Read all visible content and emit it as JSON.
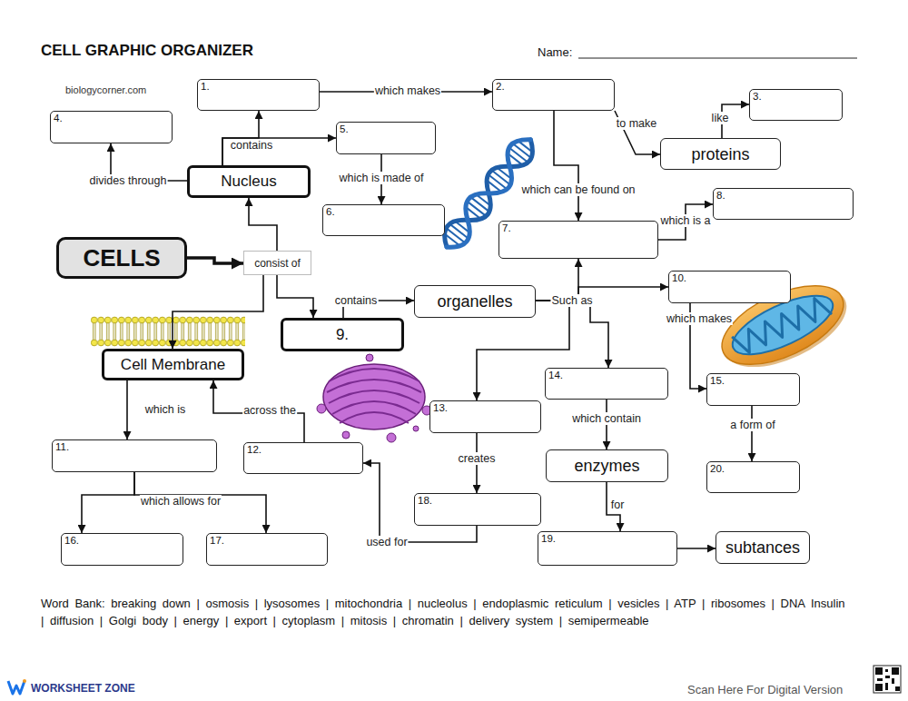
{
  "diagram": {
    "title": "CELL GRAPHIC ORGANIZER",
    "nodes": [
      {
        "text": [
          "1."
        ]
      },
      {
        "text": [
          "2."
        ]
      },
      {
        "text": [
          "3."
        ]
      },
      {
        "text": [
          "4."
        ]
      },
      {
        "text": [
          "5."
        ]
      },
      {
        "text": [
          "proteins"
        ]
      },
      {
        "text": [
          "Nucleus"
        ]
      },
      {
        "text": [
          "8."
        ]
      },
      {
        "text": [
          "6."
        ]
      },
      {
        "text": [
          "7."
        ]
      },
      {
        "text": [
          "CELLS"
        ]
      },
      {
        "text": [
          "consist of"
        ]
      },
      {
        "text": [
          "10."
        ]
      },
      {
        "text": [
          "organelles"
        ]
      },
      {
        "text": [
          "9."
        ]
      },
      {
        "text": [
          "Cell Membrane"
        ]
      },
      {
        "text": [
          "14."
        ]
      },
      {
        "text": [
          "15."
        ]
      },
      {
        "text": [
          "13."
        ]
      },
      {
        "text": [
          "11."
        ]
      },
      {
        "text": [
          "12."
        ]
      },
      {
        "text": [
          "enzymes"
        ]
      },
      {
        "text": [
          "20."
        ]
      },
      {
        "text": [
          "18."
        ]
      },
      {
        "text": [
          "16."
        ]
      },
      {
        "text": [
          "17."
        ]
      },
      {
        "text": [
          "19."
        ]
      },
      {
        "text": [
          "subtances"
        ]
      }
    ],
    "edges": [
      {
        "from": 6,
        "to": 0,
        "arrow": "to"
      },
      {
        "from": 6,
        "to": 4,
        "label": "contains",
        "arrow": "to"
      },
      {
        "from": 0,
        "to": 1,
        "label": "which makes",
        "arrow": "to"
      },
      {
        "from": 1,
        "to": 5,
        "label": "to make",
        "arrow": "to"
      },
      {
        "from": 5,
        "to": 2,
        "label": "like",
        "arrow": "to"
      },
      {
        "from": 1,
        "to": 9,
        "label": "which can be found on",
        "arrow": "to"
      },
      {
        "from": 9,
        "to": 7,
        "label": "which is a",
        "arrow": "to"
      },
      {
        "from": 6,
        "to": 3,
        "label": "divides through",
        "arrow": "to"
      },
      {
        "from": 4,
        "to": 8,
        "label": "which is made of",
        "arrow": "to"
      },
      {
        "from": 10,
        "to": 11,
        "arrow": "to"
      },
      {
        "from": 11,
        "to": 6,
        "arrow": "to"
      },
      {
        "from": 11,
        "to": 15,
        "arrow": "to"
      },
      {
        "from": 11,
        "to": 14,
        "arrow": "to"
      },
      {
        "from": 14,
        "to": 13,
        "label": "contains",
        "arrow": "to"
      },
      {
        "from": 13,
        "to": 9,
        "label": "Such as",
        "arrow": "to"
      },
      {
        "from": 13,
        "to": 12,
        "arrow": "to"
      },
      {
        "from": 13,
        "to": 18,
        "arrow": "to"
      },
      {
        "from": 13,
        "to": 16,
        "arrow": "to"
      },
      {
        "from": 12,
        "to": 17,
        "label": "which makes",
        "arrow": "to"
      },
      {
        "from": 17,
        "to": 22,
        "label": "a form of",
        "arrow": "to"
      },
      {
        "from": 16,
        "to": 21,
        "label": "which contain",
        "arrow": "to"
      },
      {
        "from": 21,
        "to": 26,
        "label": "for",
        "arrow": "to"
      },
      {
        "from": 26,
        "to": 27,
        "arrow": "to"
      },
      {
        "from": 18,
        "to": 23,
        "label": "creates",
        "arrow": "to"
      },
      {
        "from": 23,
        "to": 20,
        "label": "used for",
        "arrow": "to"
      },
      {
        "from": 20,
        "to": 15,
        "label": "across the",
        "arrow": "to"
      },
      {
        "from": 15,
        "to": 19,
        "label": "which is",
        "arrow": "to"
      },
      {
        "from": 19,
        "to": 24,
        "label": "which allows for",
        "arrow": "to"
      },
      {
        "from": 19,
        "to": 25,
        "arrow": "to"
      }
    ],
    "labels": [
      "Name:",
      "biologycorner.com",
      "Word Bank: breaking down | osmosis | lysosomes | mitochondria | nucleolus | endoplasmic reticulum | vesicles | ATP | ribosomes | DNA Insulin | diffusion | Golgi body | energy | export | cytoplasm | mitosis | chromatin | delivery system | semipermeable",
      "WORKSHEET ZONE",
      "Scan Here For Digital Version"
    ]
  }
}
